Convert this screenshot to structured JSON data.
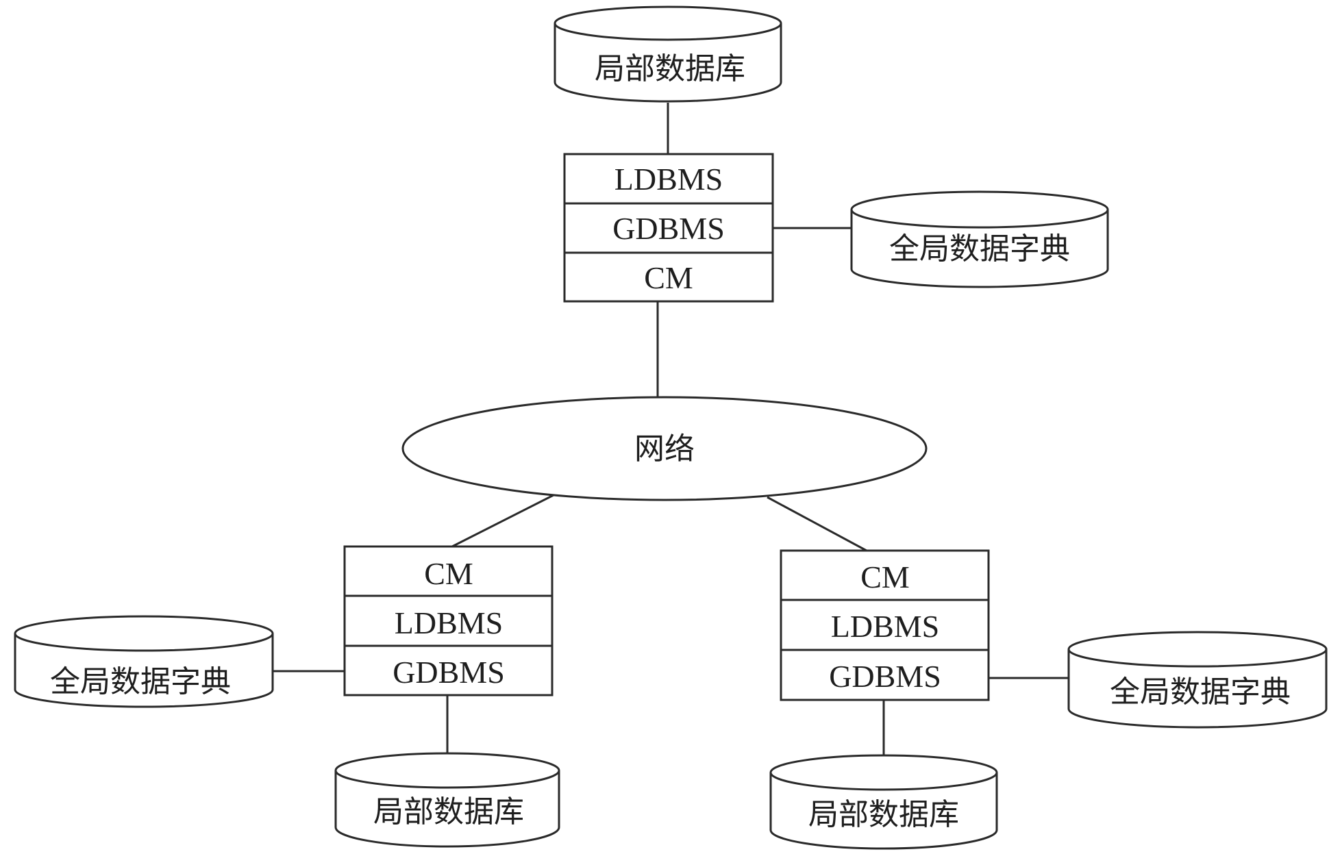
{
  "colors": {
    "line": "#2a2a2a",
    "text": "#1e1e1e",
    "background": "#ffffff"
  },
  "network": {
    "label": "网络"
  },
  "sites": [
    {
      "stack": [
        "LDBMS",
        "GDBMS",
        "CM"
      ],
      "local_db": "局部数据库",
      "global_dictionary": "全局数据字典"
    },
    {
      "stack": [
        "CM",
        "LDBMS",
        "GDBMS"
      ],
      "local_db": "局部数据库",
      "global_dictionary": "全局数据字典"
    },
    {
      "stack": [
        "CM",
        "LDBMS",
        "GDBMS"
      ],
      "local_db": "局部数据库",
      "global_dictionary": "全局数据字典"
    }
  ]
}
